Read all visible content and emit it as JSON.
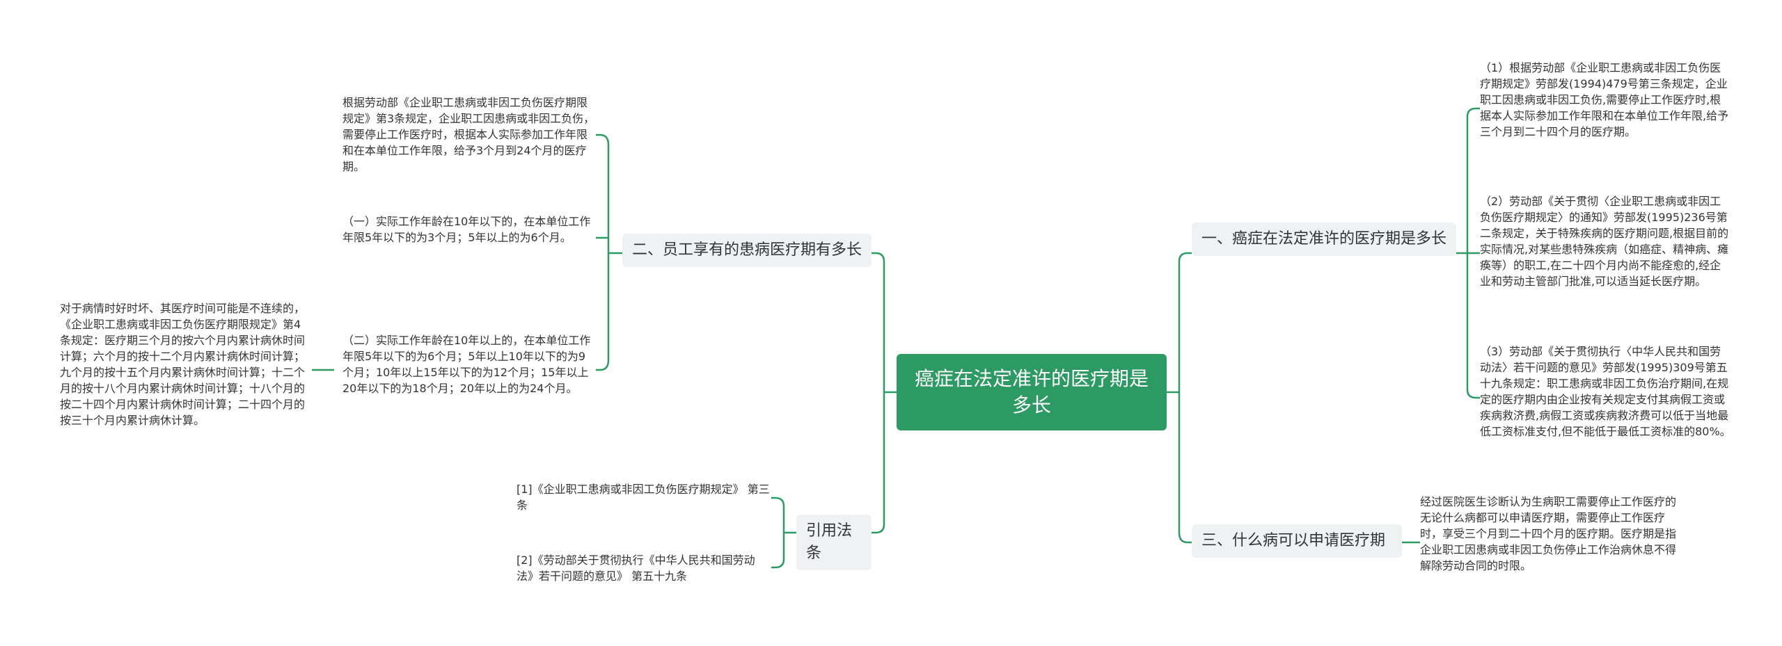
{
  "root": {
    "title": "癌症在法定准许的医疗期是多长"
  },
  "colors": {
    "root_fill": "#2e9a63",
    "connector": "#2e9a63",
    "branch_fill": "#eef2f3"
  },
  "left": {
    "b1": {
      "label": "二、员工享有的患病医疗期有多长",
      "items": [
        "根据劳动部《企业职工患病或非因工负伤医疗期限规定》第3条规定，企业职工因患病或非因工负伤，需要停止工作医疗时，根据本人实际参加工作年限和在本单位工作年限，给予3个月到24个月的医疗期。",
        "（一）实际工作年龄在10年以下的，在本单位工作年限5年以下的为3个月；5年以上的为6个月。",
        "（二）实际工作年龄在10年以上的，在本单位工作年限5年以下的为6个月；5年以上10年以下的为9个月；10年以上15年以下的为12个月；15年以上20年以下的为18个月；20年以上的为24个月。"
      ],
      "sub": "对于病情时好时坏、其医疗时间可能是不连续的，《企业职工患病或非因工负伤医疗期限规定》第4条规定：医疗期三个月的按六个月内累计病休时间计算；六个月的按十二个月内累计病休时间计算；九个月的按十五个月内累计病休时间计算；十二个月的按十八个月内累计病休时间计算；十八个月的按二十四个月内累计病休时间计算；二十四个月的按三十个月内累计病休计算。"
    },
    "b2": {
      "label": "引用法条",
      "items": [
        "[1]《企业职工患病或非因工负伤医疗期规定》 第三条",
        "[2]《劳动部关于贯彻执行《中华人民共和国劳动法》若干问题的意见》 第五十九条"
      ]
    }
  },
  "right": {
    "b1": {
      "label": "一、癌症在法定准许的医疗期是多长",
      "items": [
        "（1）根据劳动部《企业职工患病或非因工负伤医疗期规定》劳部发(1994)479号第三条规定，企业职工因患病或非因工负伤,需要停止工作医疗时,根据本人实际参加工作年限和在本单位工作年限,给予三个月到二十四个月的医疗期。",
        "（2）劳动部《关于贯彻〈企业职工患病或非因工负伤医疗期规定〉的通知》劳部发(1995)236号第二条规定，关于特殊疾病的医疗期问题,根据目前的实际情况,对某些患特殊疾病（如癌症、精神病、瘫痪等）的职工,在二十四个月内尚不能痊愈的,经企业和劳动主管部门批准,可以适当延长医疗期。",
        "（3）劳动部《关于贯彻执行〈中华人民共和国劳动法〉若干问题的意见》劳部发(1995)309号第五十九条规定：职工患病或非因工负伤治疗期间,在规定的医疗期内由企业按有关规定支付其病假工资或疾病救济费,病假工资或疾病救济费可以低于当地最低工资标准支付,但不能低于最低工资标准的80%。"
      ]
    },
    "b2": {
      "label": "三、什么病可以申请医疗期",
      "items": [
        "经过医院医生诊断认为生病职工需要停止工作医疗的无论什么病都可以申请医疗期，需要停止工作医疗时，享受三个月到二十四个月的医疗期。医疗期是指企业职工因患病或非因工负伤停止工作治病休息不得解除劳动合同的时限。"
      ]
    }
  }
}
